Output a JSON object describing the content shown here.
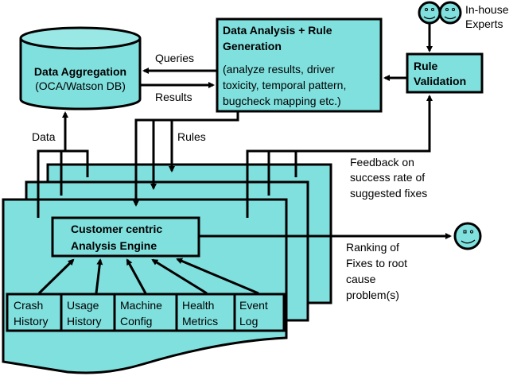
{
  "colors": {
    "fill": "#7fe0de",
    "stroke": "#000000",
    "background": "#ffffff"
  },
  "nodes": {
    "data_aggregation": {
      "title": "Data Aggregation",
      "subtitle": "(OCA/Watson DB)"
    },
    "data_analysis": {
      "title_line1": "Data Analysis + Rule",
      "title_line2": "Generation",
      "desc_line1": "(analyze results, driver",
      "desc_line2": "toxicity, temporal pattern,",
      "desc_line3": "bugcheck mapping etc.)"
    },
    "rule_validation": {
      "line1": "Rule",
      "line2": "Validation"
    },
    "in_house_experts": {
      "line1": "In-house",
      "line2": "Experts"
    },
    "analysis_engine": {
      "line1": "Customer centric",
      "line2": "Analysis Engine"
    },
    "inputs": [
      {
        "line1": "Crash",
        "line2": "History"
      },
      {
        "line1": "Usage",
        "line2": "History"
      },
      {
        "line1": "Machine",
        "line2": "Config"
      },
      {
        "line1": "Health",
        "line2": "Metrics"
      },
      {
        "line1": "Event",
        "line2": "Log"
      }
    ]
  },
  "edge_labels": {
    "queries": "Queries",
    "results": "Results",
    "data": "Data",
    "rules": "Rules",
    "feedback_line1": "Feedback on",
    "feedback_line2": "success rate of",
    "feedback_line3": "suggested fixes",
    "ranking_line1": "Ranking of",
    "ranking_line2": "Fixes to root",
    "ranking_line3": "cause",
    "ranking_line4": "problem(s)"
  }
}
